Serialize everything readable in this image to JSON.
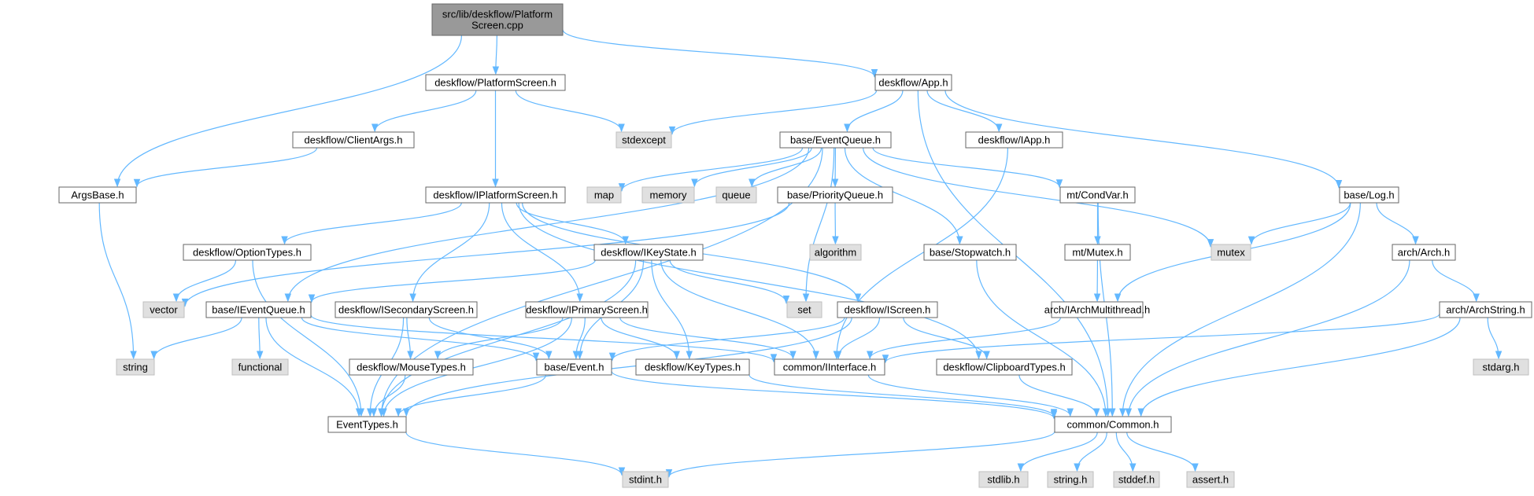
{
  "colors": {
    "edge": "#63b8ff",
    "root_fill": "#999999",
    "system_fill": "#e0e0e0",
    "local_fill": "#ffffff"
  },
  "nodes": [
    {
      "id": "root",
      "lines": [
        "src/lib/deskflow/Platform",
        "Screen.cpp"
      ],
      "kind": "root"
    },
    {
      "id": "argsbase",
      "lines": [
        "ArgsBase.h"
      ],
      "kind": "local"
    },
    {
      "id": "platformscreen",
      "lines": [
        "deskflow/PlatformScreen.h"
      ],
      "kind": "local"
    },
    {
      "id": "app",
      "lines": [
        "deskflow/App.h"
      ],
      "kind": "local"
    },
    {
      "id": "clientargs",
      "lines": [
        "deskflow/ClientArgs.h"
      ],
      "kind": "local"
    },
    {
      "id": "stdexcept",
      "lines": [
        "stdexcept"
      ],
      "kind": "system"
    },
    {
      "id": "eventqueue",
      "lines": [
        "base/EventQueue.h"
      ],
      "kind": "local"
    },
    {
      "id": "iapp",
      "lines": [
        "deskflow/IApp.h"
      ],
      "kind": "local"
    },
    {
      "id": "log",
      "lines": [
        "base/Log.h"
      ],
      "kind": "local"
    },
    {
      "id": "iplatformscreen",
      "lines": [
        "deskflow/IPlatformScreen.h"
      ],
      "kind": "local"
    },
    {
      "id": "map",
      "lines": [
        "map"
      ],
      "kind": "system"
    },
    {
      "id": "memory",
      "lines": [
        "memory"
      ],
      "kind": "system"
    },
    {
      "id": "queue",
      "lines": [
        "queue"
      ],
      "kind": "system"
    },
    {
      "id": "priorityqueue",
      "lines": [
        "base/PriorityQueue.h"
      ],
      "kind": "local"
    },
    {
      "id": "condvar",
      "lines": [
        "mt/CondVar.h"
      ],
      "kind": "local"
    },
    {
      "id": "mutex",
      "lines": [
        "mutex"
      ],
      "kind": "system"
    },
    {
      "id": "algorithm",
      "lines": [
        "algorithm"
      ],
      "kind": "system"
    },
    {
      "id": "stopwatch",
      "lines": [
        "base/Stopwatch.h"
      ],
      "kind": "local"
    },
    {
      "id": "mtmutex",
      "lines": [
        "mt/Mutex.h"
      ],
      "kind": "local"
    },
    {
      "id": "arch",
      "lines": [
        "arch/Arch.h"
      ],
      "kind": "local"
    },
    {
      "id": "optiontypes",
      "lines": [
        "deskflow/OptionTypes.h"
      ],
      "kind": "local"
    },
    {
      "id": "ikeystate",
      "lines": [
        "deskflow/IKeyState.h"
      ],
      "kind": "local"
    },
    {
      "id": "set",
      "lines": [
        "set"
      ],
      "kind": "system"
    },
    {
      "id": "iarchmultithread",
      "lines": [
        "arch/IArchMultithread.h"
      ],
      "kind": "local"
    },
    {
      "id": "archstring",
      "lines": [
        "arch/ArchString.h"
      ],
      "kind": "local"
    },
    {
      "id": "vector",
      "lines": [
        "vector"
      ],
      "kind": "system"
    },
    {
      "id": "ieventqueue",
      "lines": [
        "base/IEventQueue.h"
      ],
      "kind": "local"
    },
    {
      "id": "isecondaryscreen",
      "lines": [
        "deskflow/ISecondaryScreen.h"
      ],
      "kind": "local"
    },
    {
      "id": "iprimaryscreen",
      "lines": [
        "deskflow/IPrimaryScreen.h"
      ],
      "kind": "local"
    },
    {
      "id": "iscreen",
      "lines": [
        "deskflow/IScreen.h"
      ],
      "kind": "local"
    },
    {
      "id": "string",
      "lines": [
        "string"
      ],
      "kind": "system"
    },
    {
      "id": "functional",
      "lines": [
        "functional"
      ],
      "kind": "system"
    },
    {
      "id": "mousetypes",
      "lines": [
        "deskflow/MouseTypes.h"
      ],
      "kind": "local"
    },
    {
      "id": "event",
      "lines": [
        "base/Event.h"
      ],
      "kind": "local"
    },
    {
      "id": "keytypes",
      "lines": [
        "deskflow/KeyTypes.h"
      ],
      "kind": "local"
    },
    {
      "id": "iinterface",
      "lines": [
        "common/IInterface.h"
      ],
      "kind": "local"
    },
    {
      "id": "clipboardtypes",
      "lines": [
        "deskflow/ClipboardTypes.h"
      ],
      "kind": "local"
    },
    {
      "id": "stdarg",
      "lines": [
        "stdarg.h"
      ],
      "kind": "system"
    },
    {
      "id": "eventtypes",
      "lines": [
        "EventTypes.h"
      ],
      "kind": "local"
    },
    {
      "id": "common",
      "lines": [
        "common/Common.h"
      ],
      "kind": "local"
    },
    {
      "id": "stdint",
      "lines": [
        "stdint.h"
      ],
      "kind": "system"
    },
    {
      "id": "stdlib",
      "lines": [
        "stdlib.h"
      ],
      "kind": "system"
    },
    {
      "id": "cstring",
      "lines": [
        "string.h"
      ],
      "kind": "system"
    },
    {
      "id": "stddef",
      "lines": [
        "stddef.h"
      ],
      "kind": "system"
    },
    {
      "id": "assert",
      "lines": [
        "assert.h"
      ],
      "kind": "system"
    }
  ],
  "edges": [
    [
      "root",
      "argsbase"
    ],
    [
      "root",
      "platformscreen"
    ],
    [
      "root",
      "app"
    ],
    [
      "platformscreen",
      "clientargs"
    ],
    [
      "platformscreen",
      "stdexcept"
    ],
    [
      "platformscreen",
      "iplatformscreen"
    ],
    [
      "app",
      "stdexcept"
    ],
    [
      "app",
      "eventqueue"
    ],
    [
      "app",
      "iapp"
    ],
    [
      "app",
      "log"
    ],
    [
      "app",
      "common"
    ],
    [
      "clientargs",
      "argsbase"
    ],
    [
      "argsbase",
      "string"
    ],
    [
      "eventqueue",
      "map"
    ],
    [
      "eventqueue",
      "memory"
    ],
    [
      "eventqueue",
      "queue"
    ],
    [
      "eventqueue",
      "priorityqueue"
    ],
    [
      "eventqueue",
      "condvar"
    ],
    [
      "eventqueue",
      "mutex"
    ],
    [
      "eventqueue",
      "stopwatch"
    ],
    [
      "eventqueue",
      "set"
    ],
    [
      "eventqueue",
      "ieventqueue"
    ],
    [
      "eventqueue",
      "eventtypes"
    ],
    [
      "iapp",
      "iinterface"
    ],
    [
      "log",
      "mutex"
    ],
    [
      "log",
      "arch"
    ],
    [
      "log",
      "iarchmultithread"
    ],
    [
      "log",
      "common"
    ],
    [
      "iplatformscreen",
      "optiontypes"
    ],
    [
      "iplatformscreen",
      "ikeystate"
    ],
    [
      "iplatformscreen",
      "isecondaryscreen"
    ],
    [
      "iplatformscreen",
      "iprimaryscreen"
    ],
    [
      "iplatformscreen",
      "iscreen"
    ],
    [
      "iplatformscreen",
      "clipboardtypes"
    ],
    [
      "priorityqueue",
      "algorithm"
    ],
    [
      "priorityqueue",
      "vector"
    ],
    [
      "condvar",
      "mtmutex"
    ],
    [
      "condvar",
      "common"
    ],
    [
      "mtmutex",
      "iarchmultithread"
    ],
    [
      "stopwatch",
      "common"
    ],
    [
      "arch",
      "archstring"
    ],
    [
      "arch",
      "common"
    ],
    [
      "optiontypes",
      "vector"
    ],
    [
      "optiontypes",
      "eventtypes"
    ],
    [
      "ikeystate",
      "ieventqueue"
    ],
    [
      "ikeystate",
      "set"
    ],
    [
      "ikeystate",
      "event"
    ],
    [
      "ikeystate",
      "keytypes"
    ],
    [
      "ikeystate",
      "iinterface"
    ],
    [
      "ikeystate",
      "eventtypes"
    ],
    [
      "iarchmultithread",
      "iinterface"
    ],
    [
      "archstring",
      "stdarg"
    ],
    [
      "archstring",
      "iinterface"
    ],
    [
      "archstring",
      "common"
    ],
    [
      "ieventqueue",
      "string"
    ],
    [
      "ieventqueue",
      "functional"
    ],
    [
      "ieventqueue",
      "event"
    ],
    [
      "ieventqueue",
      "iinterface"
    ],
    [
      "ieventqueue",
      "eventtypes"
    ],
    [
      "isecondaryscreen",
      "mousetypes"
    ],
    [
      "isecondaryscreen",
      "event"
    ],
    [
      "isecondaryscreen",
      "eventtypes"
    ],
    [
      "iprimaryscreen",
      "mousetypes"
    ],
    [
      "iprimaryscreen",
      "event"
    ],
    [
      "iprimaryscreen",
      "keytypes"
    ],
    [
      "iprimaryscreen",
      "iinterface"
    ],
    [
      "iprimaryscreen",
      "eventtypes"
    ],
    [
      "iscreen",
      "event"
    ],
    [
      "iscreen",
      "iinterface"
    ],
    [
      "iscreen",
      "clipboardtypes"
    ],
    [
      "iscreen",
      "eventtypes"
    ],
    [
      "mousetypes",
      "eventtypes"
    ],
    [
      "event",
      "eventtypes"
    ],
    [
      "event",
      "common"
    ],
    [
      "keytypes",
      "common"
    ],
    [
      "iinterface",
      "common"
    ],
    [
      "clipboardtypes",
      "common"
    ],
    [
      "eventtypes",
      "stdint"
    ],
    [
      "common",
      "stdint"
    ],
    [
      "common",
      "stdlib"
    ],
    [
      "common",
      "cstring"
    ],
    [
      "common",
      "stddef"
    ],
    [
      "common",
      "assert"
    ]
  ]
}
